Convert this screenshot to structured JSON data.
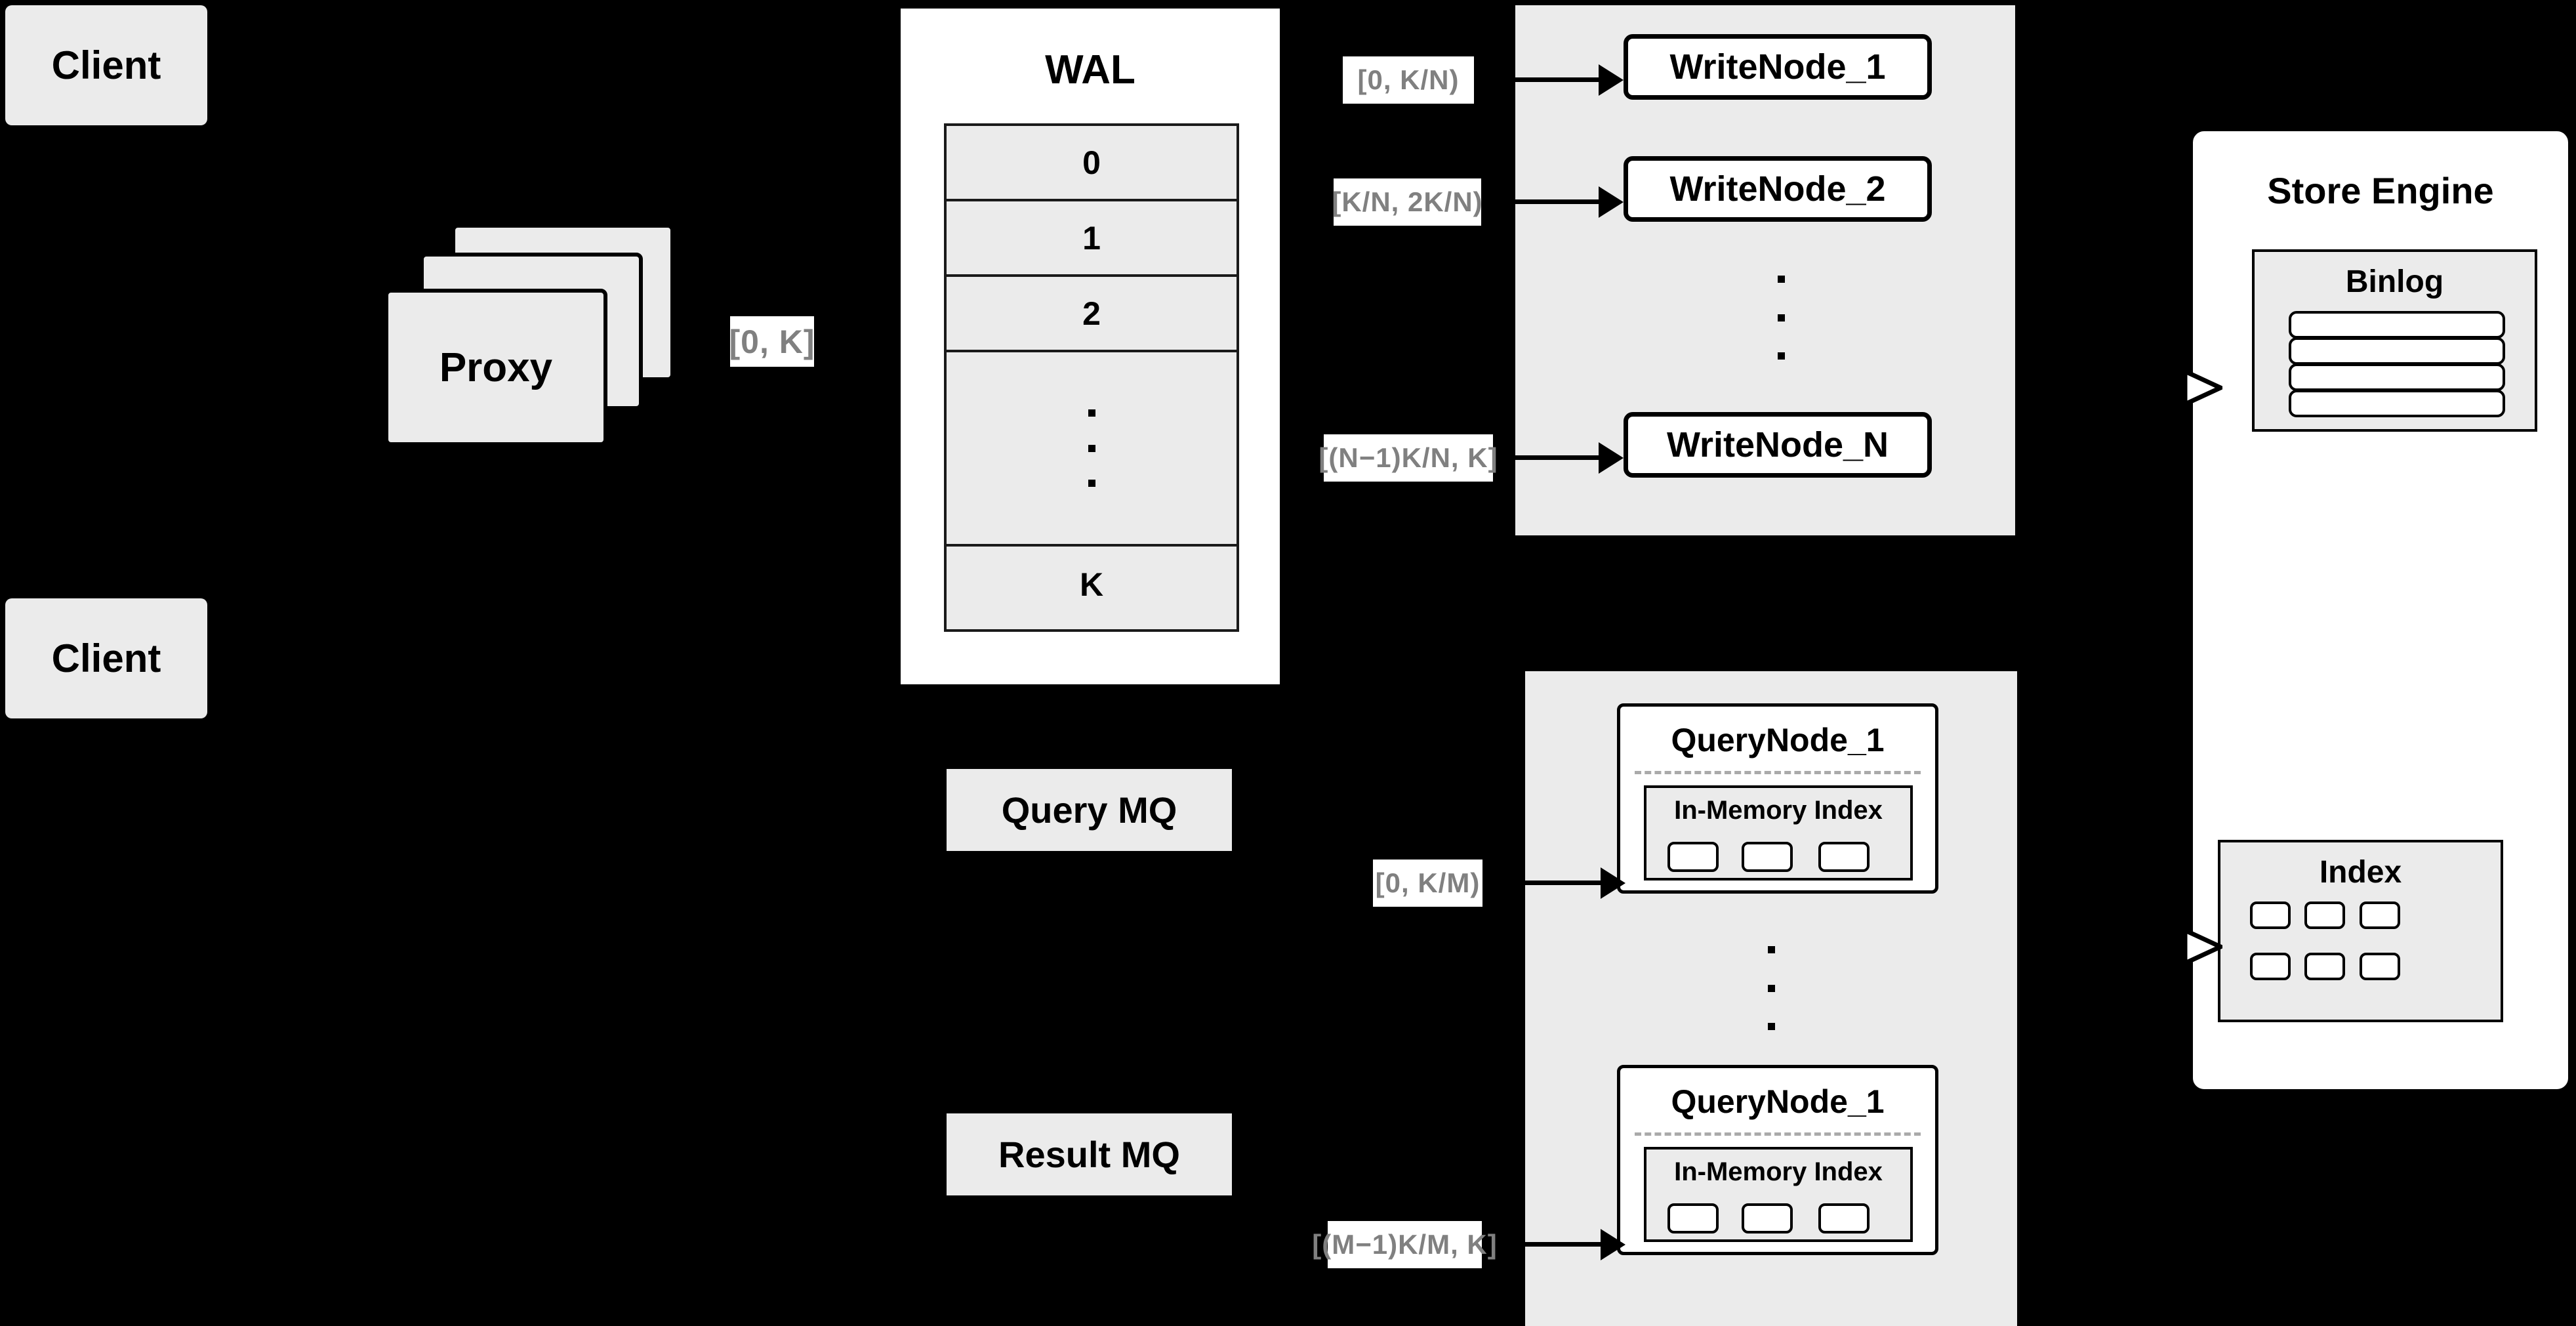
{
  "diagram": {
    "title": "Distributed write / query architecture",
    "background_color": "#000000",
    "node_fill": "#ebebeb",
    "panel_fill": "#ffffff",
    "stroke_color": "#000000",
    "label_text_color": "#808080"
  },
  "clients": [
    {
      "label": "Client"
    },
    {
      "label": "Client"
    }
  ],
  "proxy": {
    "label": "Proxy",
    "stack_count": 3
  },
  "wal": {
    "title": "WAL",
    "rows": [
      {
        "label": "0"
      },
      {
        "label": "1"
      },
      {
        "label": "2"
      },
      {
        "label": ""
      },
      {
        "label": "K"
      }
    ],
    "ellipsis_dots": 3
  },
  "queues": [
    {
      "label": "Query MQ"
    },
    {
      "label": "Result MQ"
    }
  ],
  "range_labels": {
    "proxy_to_wal": "[0, K]",
    "write_node_1": "[0,  K/N)",
    "write_node_2": "[K/N, 2K/N)",
    "write_node_n": "[(N−1)K/N,  K]",
    "query_node_1": "[0, K/M)",
    "query_node_m": "[(M−1)K/M, K]"
  },
  "write_cluster": {
    "nodes": [
      {
        "label": "WriteNode_1"
      },
      {
        "label": "WriteNode_2"
      },
      {
        "label": "WriteNode_N"
      }
    ],
    "ellipsis_dots": 3
  },
  "query_cluster": {
    "nodes": [
      {
        "label": "QueryNode_1",
        "index_panel": {
          "title": "In-Memory Index",
          "segment_count": 3
        }
      },
      {
        "label": "QueryNode_1",
        "index_panel": {
          "title": "In-Memory Index",
          "segment_count": 3
        }
      }
    ],
    "ellipsis_dots": 3
  },
  "store_engine": {
    "title": "Store Engine",
    "binlog": {
      "title": "Binlog",
      "entry_count": 4
    },
    "index": {
      "title": "Index",
      "cell_rows": 2,
      "cell_cols": 3
    }
  }
}
